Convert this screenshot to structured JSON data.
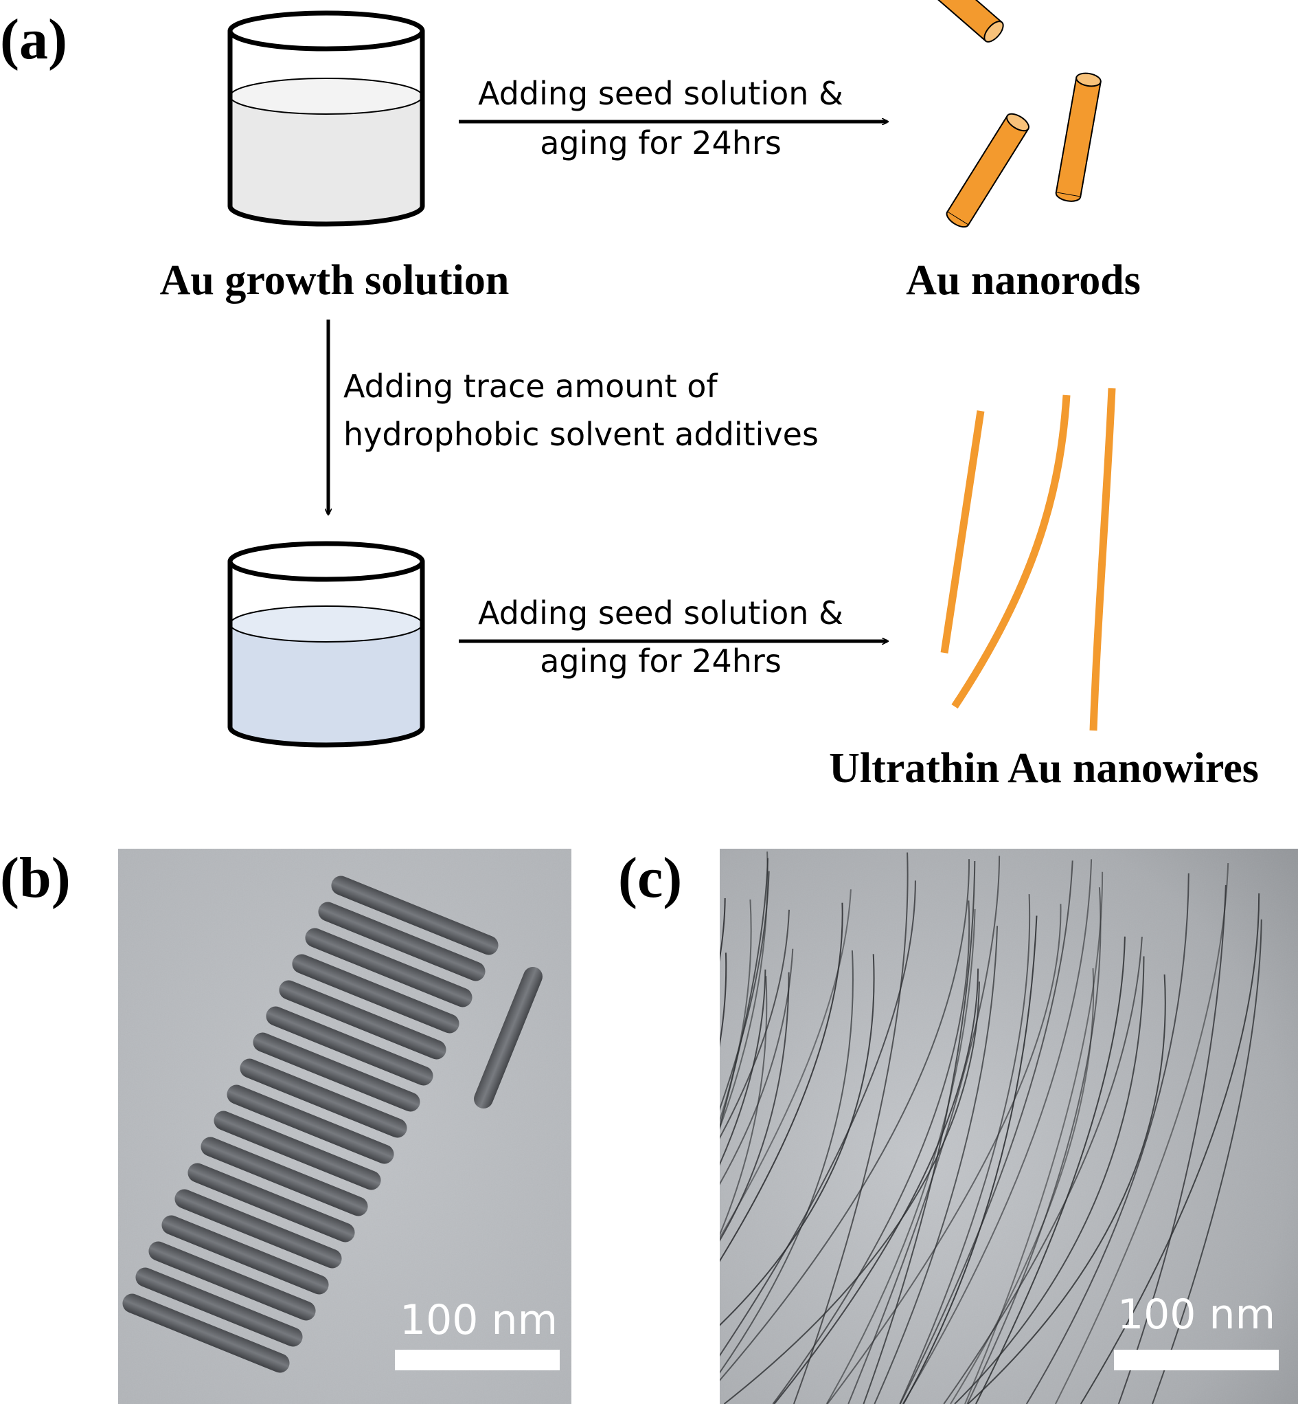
{
  "figure": {
    "panel_labels": {
      "a": "(a)",
      "b": "(b)",
      "c": "(c)"
    },
    "beakers": {
      "top_caption": "Au growth solution",
      "top_liquid_color": "#e9e9e9",
      "bottom_liquid_color": "#d3dded"
    },
    "steps": {
      "top_line1": "Adding seed solution &",
      "top_line2": "aging for 24hrs",
      "vertical_line1": "Adding trace amount of",
      "vertical_line2": "hydrophobic solvent additives",
      "bottom_line1": "Adding seed solution &",
      "bottom_line2": "aging for 24hrs"
    },
    "products": {
      "nanorods_label": "Au nanorods",
      "nanowires_label": "Ultrathin Au nanowires",
      "color": "#f39a2e"
    },
    "tem": {
      "b_scale_label": "100 nm",
      "c_scale_label": "100 nm",
      "background_color": "#b6b9bd"
    }
  }
}
